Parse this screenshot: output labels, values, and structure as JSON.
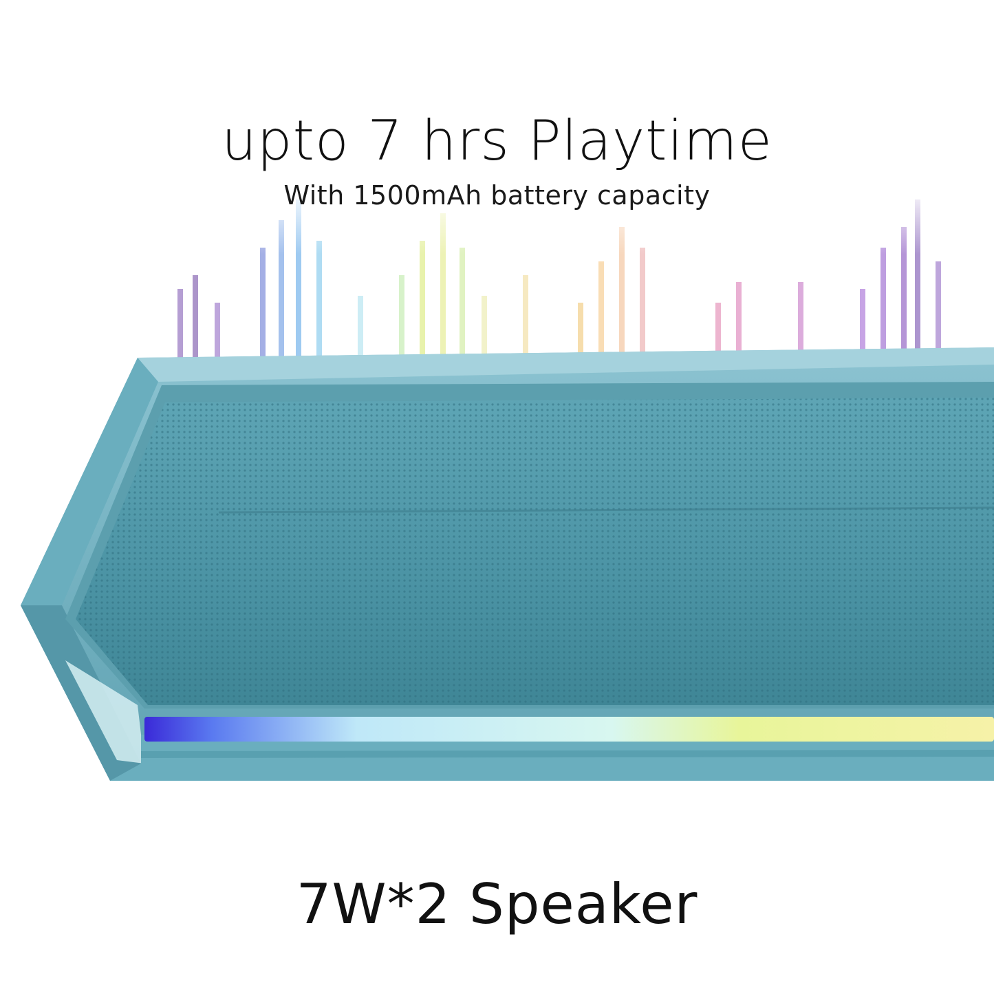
{
  "headline": "upto 7 hrs Playtime",
  "subline": "With 1500mAh battery capacity",
  "footer": "7W*2 Speaker",
  "colors": {
    "speaker_body": "#7fb8c6",
    "speaker_grille": "#4d93a3",
    "speaker_dark": "#3a7f90",
    "eq_bars": [
      "#6a3fa0",
      "#3f7fd6",
      "#6fd0e0",
      "#d6e86a",
      "#f0c36a",
      "#e07aa8",
      "#b06ad0",
      "#7a3fa0"
    ]
  },
  "icons": {
    "equalizer": "equalizer-bars-icon",
    "product": "soundbar-speaker-image",
    "led": "rgb-led-strip"
  }
}
